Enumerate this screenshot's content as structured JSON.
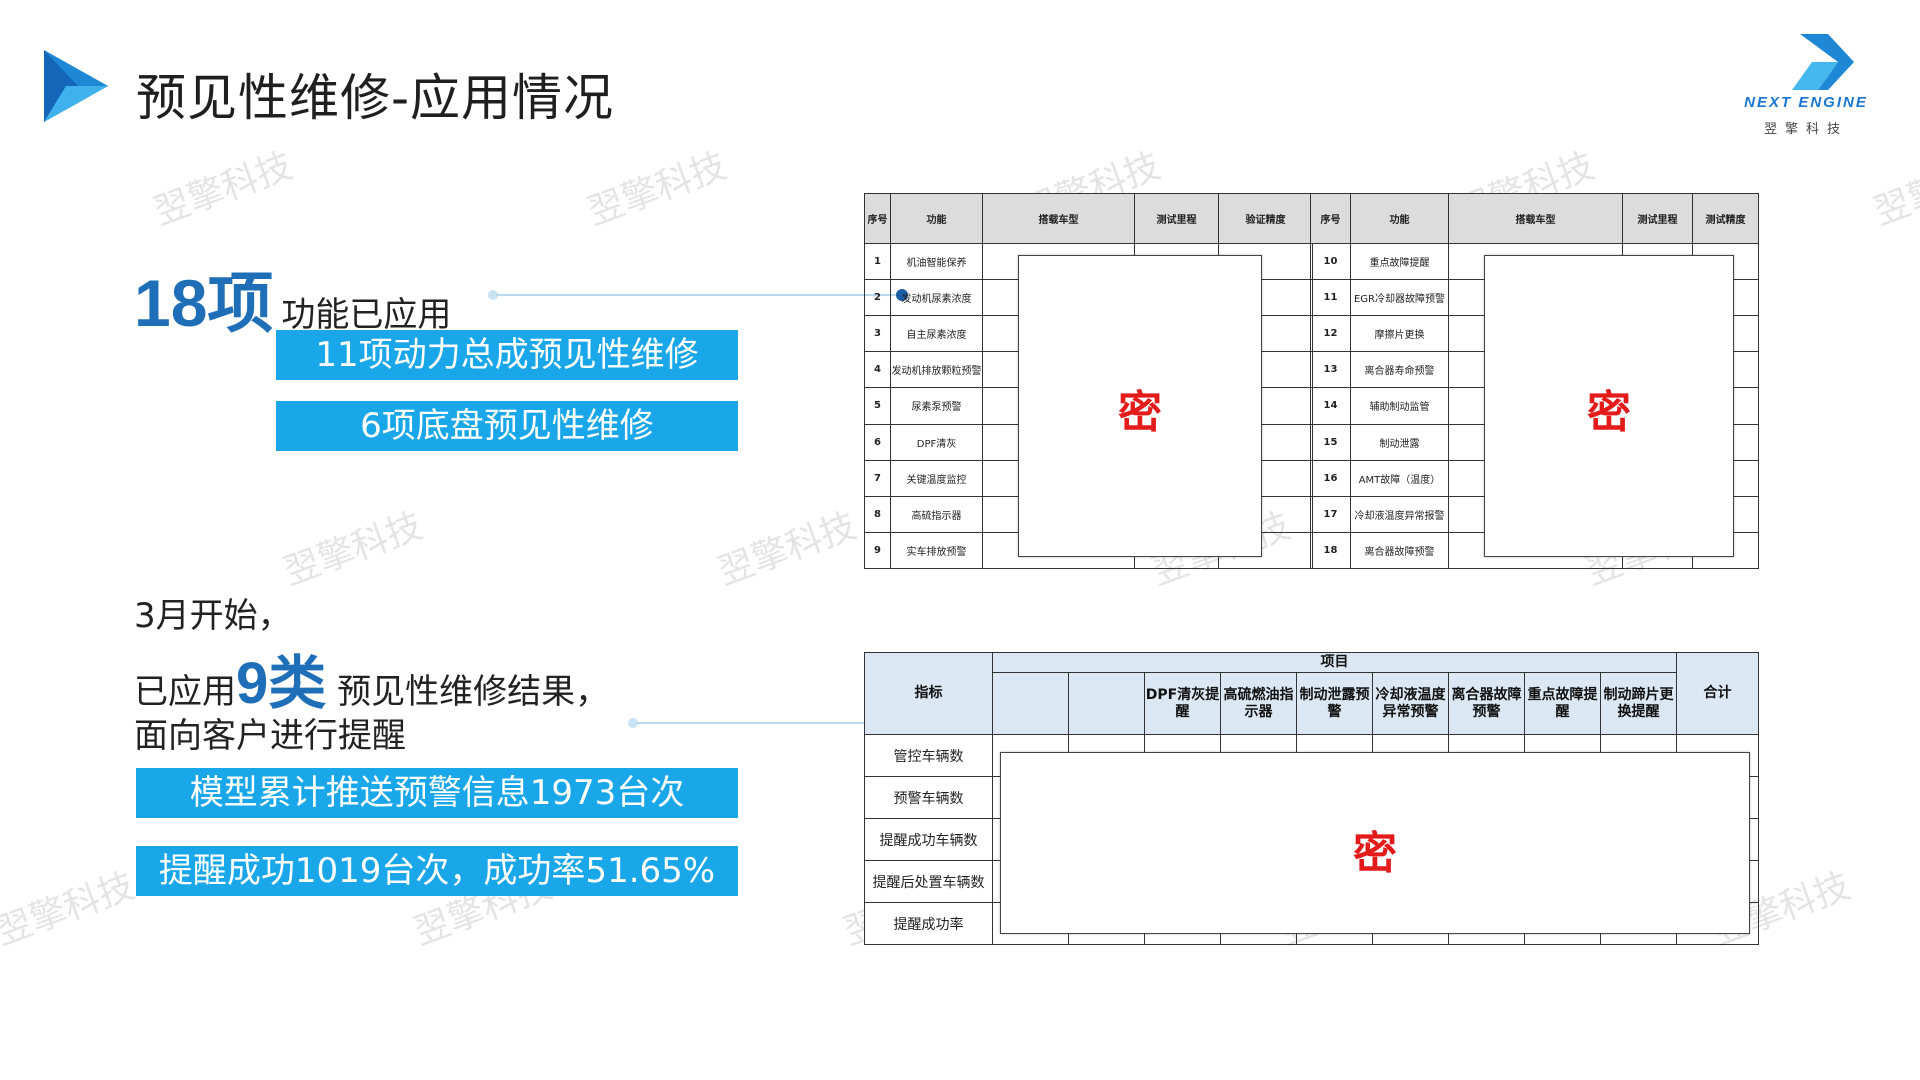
{
  "header": {
    "title": "预见性维修-应用情况",
    "brand_name": "NEXT ENGINE",
    "brand_sub": "翌擎科技"
  },
  "watermark": "翌擎科技",
  "left": {
    "applied_count": "18项",
    "applied_suffix": "功能已应用",
    "powertrain": "11项动力总成预见性维修",
    "chassis": "6项底盘预见性维修",
    "march_line": "3月开始，",
    "applied_prefix": "已应用",
    "categories_count": "9类",
    "categories_suffix": "预见性维修结果，",
    "remind_line": "面向客户进行提醒",
    "push_total": "模型累计推送预警信息1973台次",
    "success": "提醒成功1019台次，成功率51.65%"
  },
  "table1": {
    "headers": [
      "序号",
      "功能",
      "搭载车型",
      "测试里程",
      "验证精度"
    ],
    "rows": [
      [
        "1",
        "机油智能保养"
      ],
      [
        "2",
        "发动机尿素浓度"
      ],
      [
        "3",
        "自主尿素浓度"
      ],
      [
        "4",
        "发动机排放颗粒预警"
      ],
      [
        "5",
        "尿素泵预警"
      ],
      [
        "6",
        "DPF清灰"
      ],
      [
        "7",
        "关键温度监控"
      ],
      [
        "8",
        "高硫指示器"
      ],
      [
        "9",
        "实车排放预警"
      ]
    ],
    "secret": "密"
  },
  "table2": {
    "headers": [
      "序号",
      "功能",
      "搭载车型",
      "测试里程",
      "测试精度"
    ],
    "rows": [
      [
        "10",
        "重点故障提醒"
      ],
      [
        "11",
        "EGR冷却器故障预警"
      ],
      [
        "12",
        "摩擦片更换"
      ],
      [
        "13",
        "离合器寿命预警"
      ],
      [
        "14",
        "辅助制动监管"
      ],
      [
        "15",
        "制动泄露"
      ],
      [
        "16",
        "AMT故障（温度）"
      ],
      [
        "17",
        "冷却液温度异常报警"
      ],
      [
        "18",
        "离合器故障预警"
      ]
    ],
    "secret": "密"
  },
  "table3": {
    "corner": "指标",
    "group": "项目",
    "total": "合计",
    "columns": [
      "DPF清灰提醒",
      "高硫燃油指示器",
      "制动泄露预警",
      "冷却液温度异常预警",
      "离合器故障预警",
      "重点故障提醒",
      "制动蹄片更换提醒"
    ],
    "rows": [
      "管控车辆数",
      "预警车辆数",
      "提醒成功车辆数",
      "提醒后处置车辆数",
      "提醒成功率"
    ],
    "secret": "密"
  }
}
